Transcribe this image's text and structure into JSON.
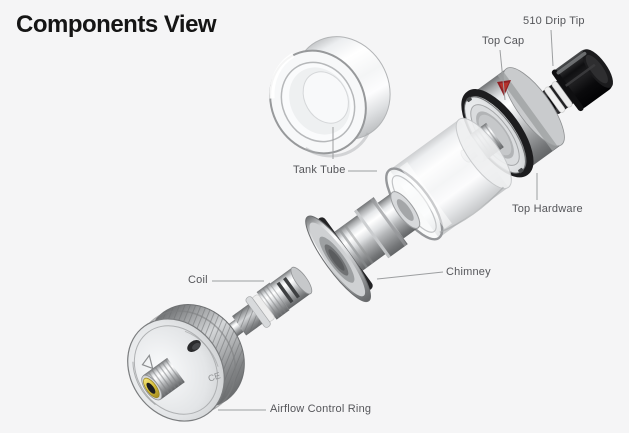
{
  "title": "Components View",
  "parts": {
    "drip_tip": "510 Drip Tip",
    "top_cap": "Top Cap",
    "tank_tube": "Tank Tube",
    "top_hardware": "Top Hardware",
    "coil": "Coil",
    "chimney": "Chimney",
    "airflow_control_ring": "Airflow Control Ring"
  },
  "markings": {
    "base_ce": "CE"
  },
  "colors": {
    "background": "#f5f5f6",
    "title_text": "#151515",
    "label_text": "#55565a",
    "leader_line": "#9c9ea0",
    "accent_red_marker": "#8e2024",
    "gold_contact": "#d9c23f",
    "drip_tip_black": "#0f0f11",
    "metal_silver": "#c9cbcd",
    "o_ring_black": "#1c1c1e"
  }
}
